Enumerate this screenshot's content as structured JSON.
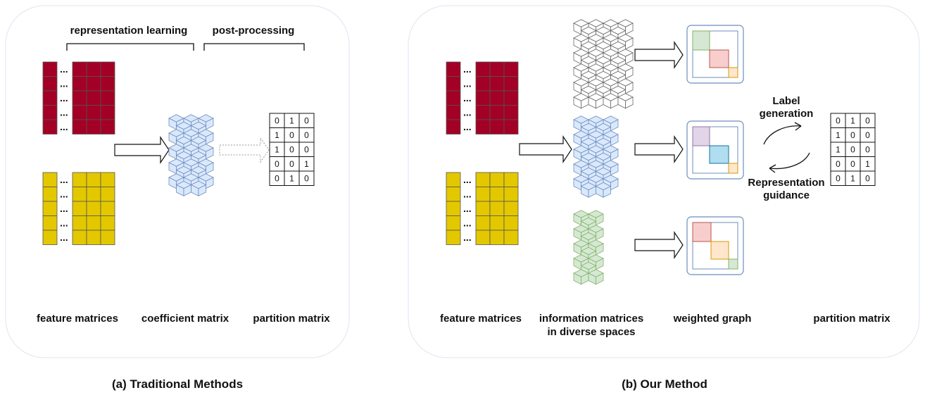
{
  "panel_a": {
    "caption": "(a) Traditional Methods",
    "top_labels": {
      "left": "representation learning",
      "right": "post-processing"
    },
    "bottom_labels": {
      "features": "feature matrices",
      "coefficient": "coefficient matrix",
      "partition": "partition matrix"
    }
  },
  "panel_b": {
    "caption": "(b) Our Method",
    "bottom_labels": {
      "features": "feature matrices",
      "information_line1": "information matrices",
      "information_line2": "in diverse spaces",
      "graph": "weighted graph",
      "partition": "partition matrix"
    },
    "cycle": {
      "top_line1": "Label",
      "top_line2": "generation",
      "bottom_line1": "Representation",
      "bottom_line2": "guidance"
    }
  },
  "partition_matrix": [
    [
      0,
      1,
      0
    ],
    [
      1,
      0,
      0
    ],
    [
      1,
      0,
      0
    ],
    [
      0,
      0,
      1
    ],
    [
      0,
      1,
      0
    ]
  ],
  "ellipsis": "...",
  "colors": {
    "feature_red": "#a20025",
    "feature_yellow": "#e3c800",
    "cube_blue": "#dae8fc",
    "cube_blue_edge": "#6c8ebf",
    "cube_gray": "#ffffff",
    "cube_gray_edge": "#666666",
    "cube_green": "#d5e8d4",
    "cube_green_edge": "#82b366",
    "graph_frame": "#6c8ebf",
    "panel_border": "#dde6f2"
  }
}
